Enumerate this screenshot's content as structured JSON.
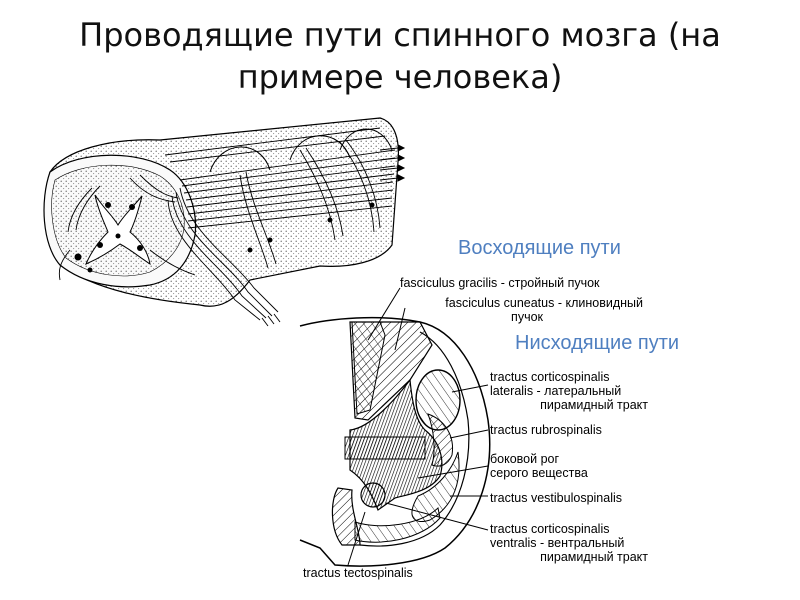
{
  "title": {
    "line1": "Проводящие пути спинного мозга (на",
    "line2": "примере человека)"
  },
  "headers": {
    "ascending": "Восходящие пути",
    "descending": "Нисходящие пути"
  },
  "labels": {
    "gracilis": "fasciculus gracilis - стройный пучок",
    "cuneatus_1": "fasciculus cuneatus - клиновидный",
    "cuneatus_2": "пучок",
    "corticospinal_lat_1": "tractus corticospinalis",
    "corticospinal_lat_2": "lateralis - латеральный",
    "corticospinal_lat_3": "пирамидный тракт",
    "rubrospinal": "tractus rubrospinalis",
    "lateral_horn_1": "боковой рог",
    "lateral_horn_2": "серого вещества",
    "vestibulospinal": "tractus vestibulospinalis",
    "corticospinal_ven_1": "tractus corticospinalis",
    "corticospinal_ven_2": "ventralis - вентральный",
    "corticospinal_ven_3": "пирамидный тракт",
    "tectospinal": "tractus tectospinalis"
  }
}
